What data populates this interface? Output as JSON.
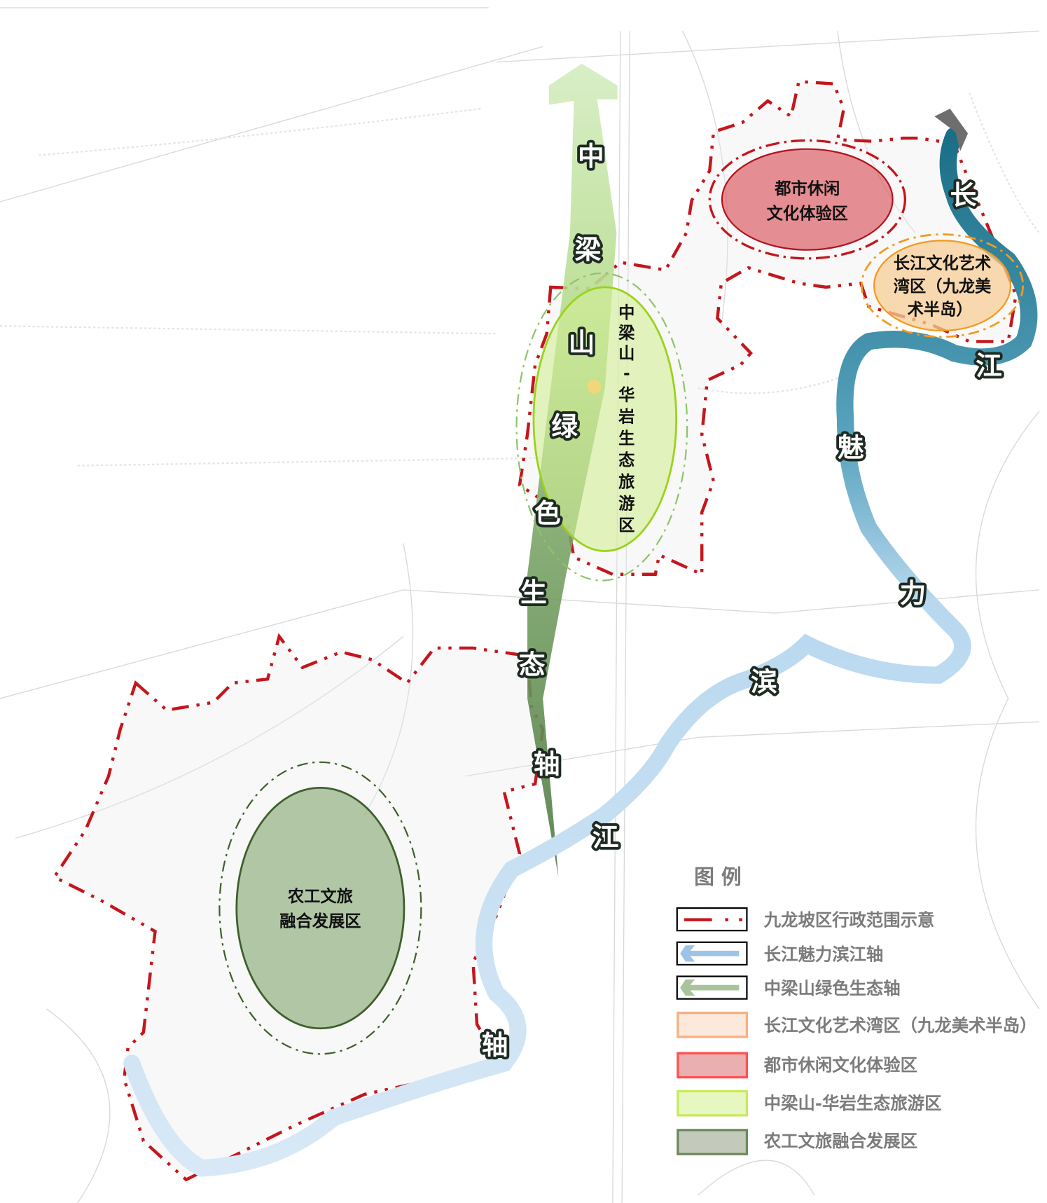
{
  "map": {
    "green_axis_chars": [
      "中",
      "梁",
      "山",
      "绿",
      "色",
      "生",
      "态",
      "轴"
    ],
    "river_axis_chars": [
      "长",
      "江",
      "魅",
      "力",
      "滨",
      "江",
      "轴"
    ],
    "zones": {
      "urban": [
        "都市休闲",
        "文化体验区"
      ],
      "art_bay": [
        "长江文化艺术",
        "湾区（九龙美",
        "术半岛）"
      ],
      "eco": [
        "中",
        "梁",
        "山",
        "-",
        "华",
        "岩",
        "生",
        "态",
        "旅",
        "游",
        "区"
      ],
      "agri": [
        "农工文旅",
        "融合发展区"
      ]
    },
    "colors": {
      "boundary": "#c4161c",
      "river": "#5ba3c0",
      "green_axis": "#8fc36a",
      "urban": "#e07a7f",
      "art_bay": "#f7c994",
      "eco": "#d9f0a6",
      "agri": "#9bb58a"
    }
  },
  "legend": {
    "title": "图 例",
    "items": [
      {
        "icon": "boundary-line-icon",
        "label": "九龙坡区行政范围示意"
      },
      {
        "icon": "blue-arrow-icon",
        "label": "长江魅力滨江轴"
      },
      {
        "icon": "green-arrow-icon",
        "label": "中梁山绿色生态轴"
      },
      {
        "icon": "orange-swatch-icon",
        "label": "长江文化艺术湾区（九龙美术半岛）"
      },
      {
        "icon": "red-swatch-icon",
        "label": "都市休闲文化体验区"
      },
      {
        "icon": "lightgreen-swatch-icon",
        "label": "中梁山-华岩生态旅游区"
      },
      {
        "icon": "darkgreen-swatch-icon",
        "label": "农工文旅融合发展区"
      }
    ]
  }
}
